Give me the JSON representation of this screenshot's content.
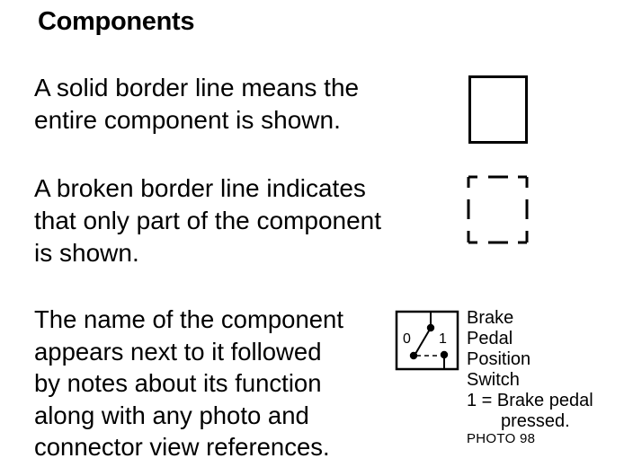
{
  "title": "Components",
  "solid_note": [
    "A solid border line means the",
    "entire component is shown."
  ],
  "broken_note": [
    "A broken border line indicates",
    "that only part of the component",
    "is shown."
  ],
  "name_note": [
    "The name of the component",
    "appears next to it followed",
    "by notes about its function",
    "along with any photo and",
    "connector view references."
  ],
  "switch": {
    "terminal_0": "0",
    "terminal_1": "1",
    "name_lines": [
      "Brake",
      "Pedal",
      "Position",
      "Switch"
    ],
    "notes": [
      "1 = Brake pedal",
      "pressed."
    ],
    "photo_ref": "PHOTO 98"
  }
}
